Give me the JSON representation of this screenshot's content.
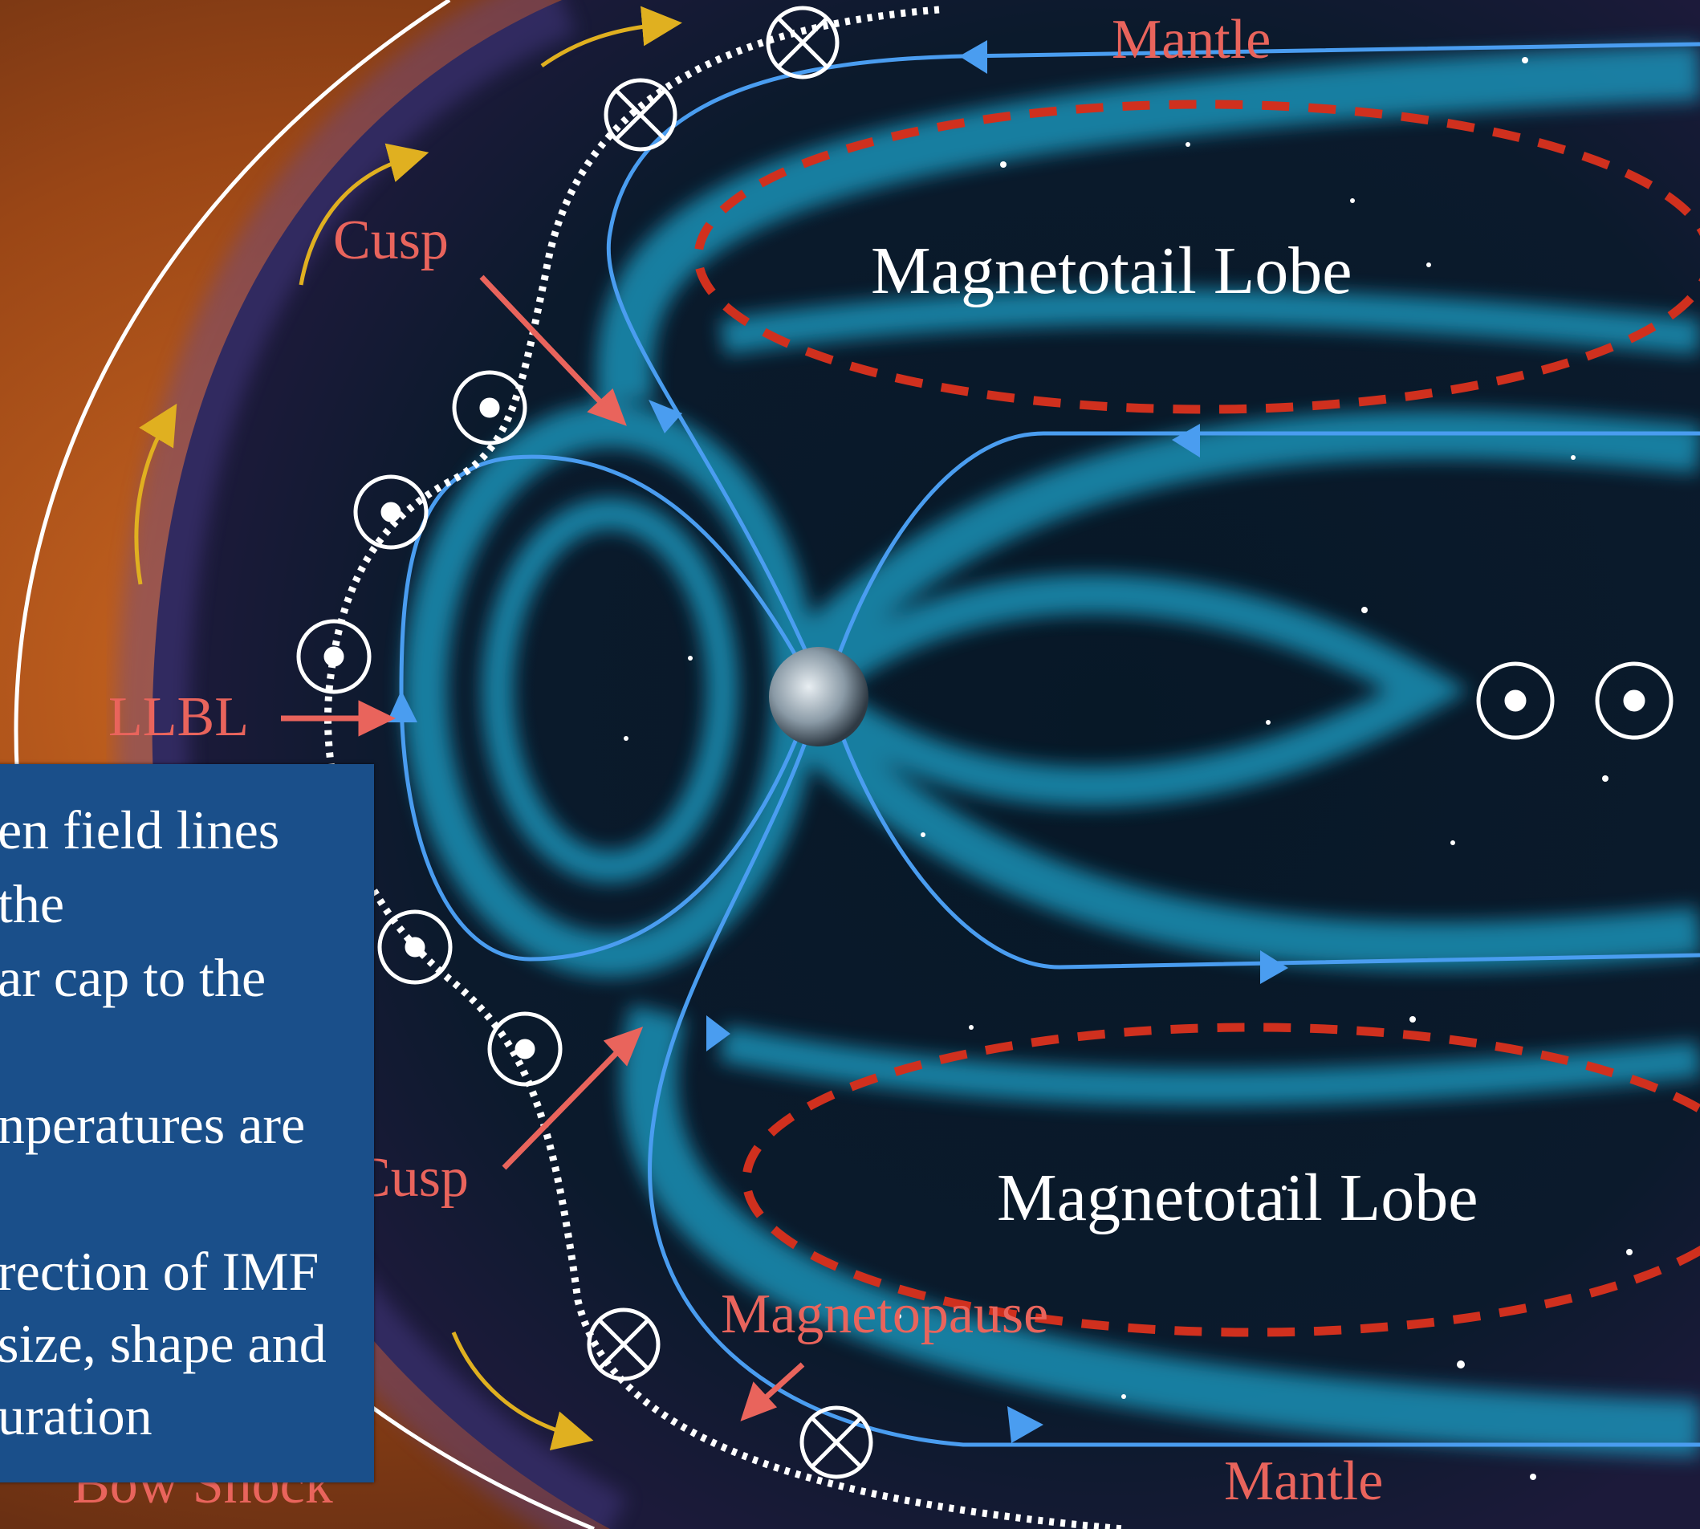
{
  "labels": {
    "mantle_top": "Mantle",
    "mantle_bottom": "Mantle",
    "cusp_top": "Cusp",
    "cusp_bottom": "Cusp",
    "lobe_top": "Magnetotail Lobe",
    "lobe_bottom": "Magnetotail Lobe",
    "llbl": "LLBL",
    "magnetopause": "Magnetopause",
    "bow_shock": "Bow Shock"
  },
  "info_box": {
    "lines": [
      "en field lines",
      " the",
      "ar cap to the",
      "",
      "nperatures are",
      "",
      "rection of IMF",
      "size, shape and",
      "uration"
    ]
  },
  "colors": {
    "field_line": "#4a9df0",
    "dashed_lobe": "#d0301e",
    "label_red": "#e9645c",
    "flow_arrow": "#e0b020",
    "info_box_bg": "#1a4f8a"
  },
  "symbols": {
    "into_page": "circle-cross-icon",
    "out_of_page": "circle-dot-icon"
  }
}
